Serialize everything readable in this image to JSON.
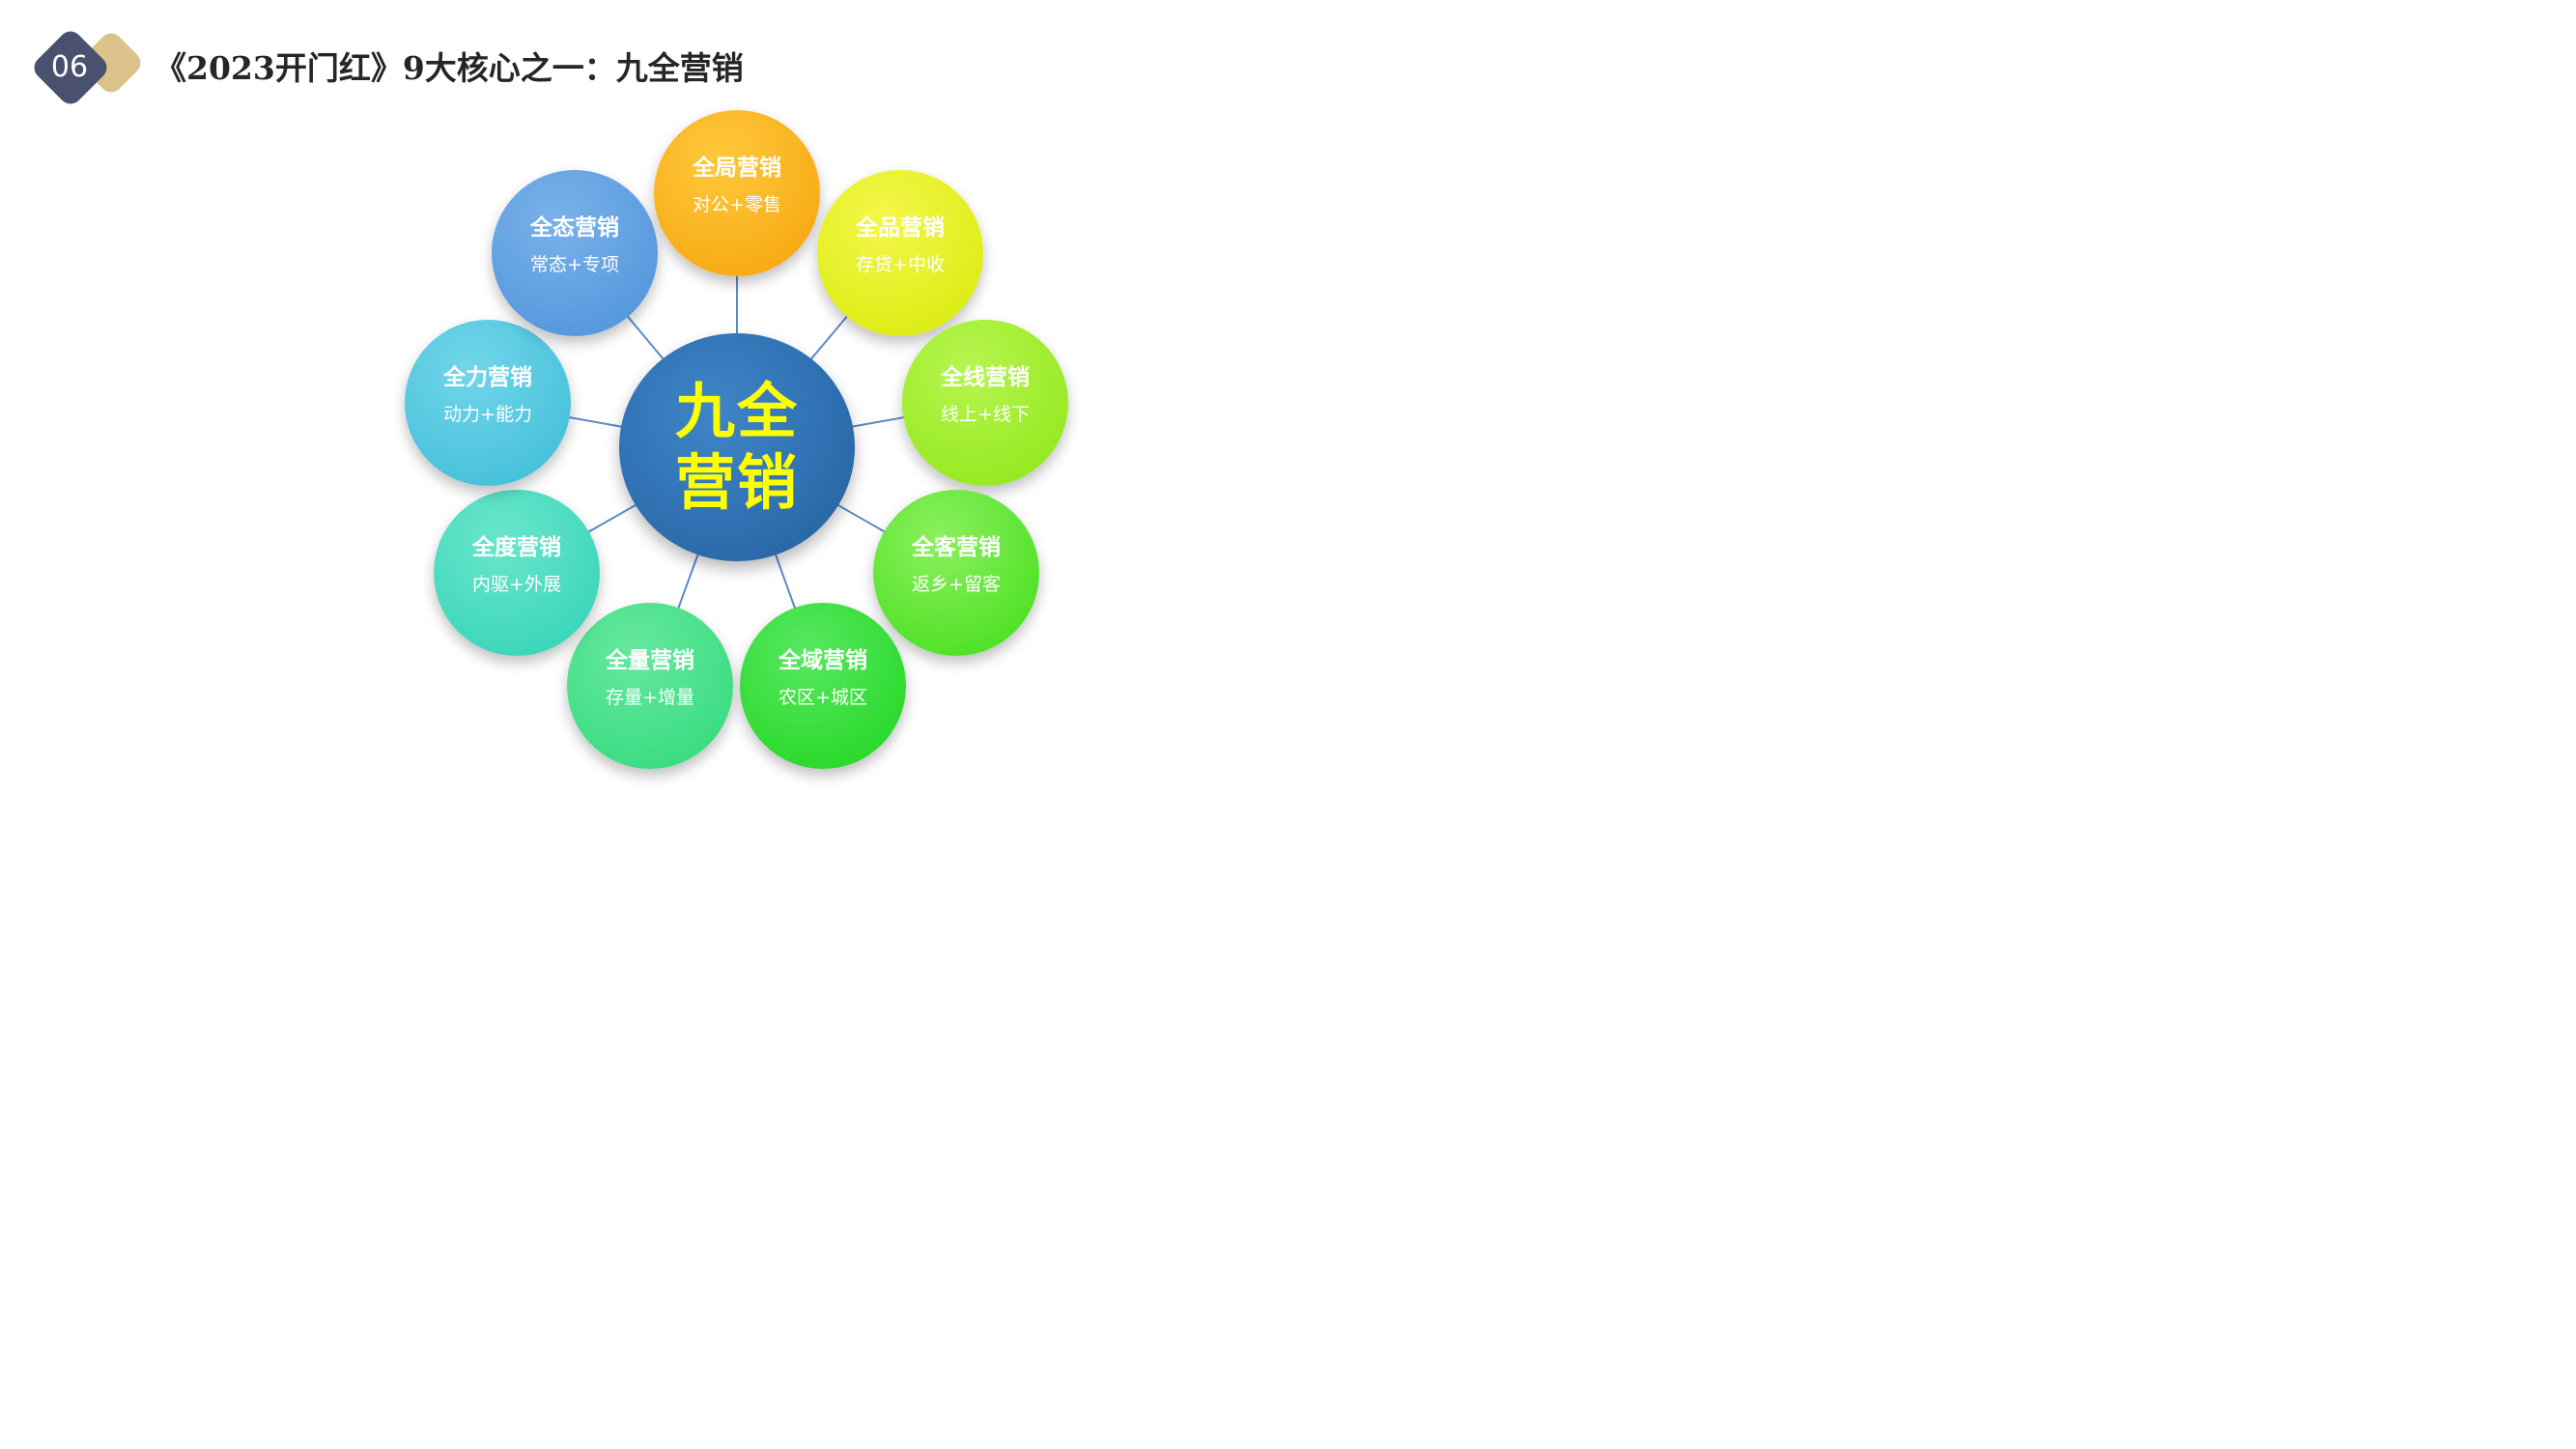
{
  "badge": {
    "number": "06"
  },
  "title": "《2023开门红》9大核心之一：九全营销",
  "center": {
    "line1": "九全",
    "line2": "营销"
  },
  "colors": {
    "center_text": "#ffff00",
    "center_fill": "#2e6fb0",
    "connector": "#5b8ac6",
    "badge_navy": "#4a5170",
    "badge_gold": "#dcc28a"
  },
  "nodes": [
    {
      "title": "全局营销",
      "subtitle": "对公+零售",
      "color_top": "#ffc93c",
      "color_bottom": "#f5a20a"
    },
    {
      "title": "全品营销",
      "subtitle": "存贷+中收",
      "color_top": "#f4f74a",
      "color_bottom": "#d6ea06"
    },
    {
      "title": "全线营销",
      "subtitle": "线上+线下",
      "color_top": "#b7f550",
      "color_bottom": "#8de615"
    },
    {
      "title": "全客营销",
      "subtitle": "返乡+留客",
      "color_top": "#8cf05e",
      "color_bottom": "#3fdd18"
    },
    {
      "title": "全域营销",
      "subtitle": "农区+城区",
      "color_top": "#57e861",
      "color_bottom": "#1fd51c"
    },
    {
      "title": "全量营销",
      "subtitle": "存量+增量",
      "color_top": "#66e89f",
      "color_bottom": "#2fd979"
    },
    {
      "title": "全度营销",
      "subtitle": "内驱+外展",
      "color_top": "#6ae6cc",
      "color_bottom": "#2fd2b5"
    },
    {
      "title": "全力营销",
      "subtitle": "动力+能力",
      "color_top": "#72d6ea",
      "color_bottom": "#3bbbd6"
    },
    {
      "title": "全态营销",
      "subtitle": "常态+专项",
      "color_top": "#7ab2ea",
      "color_bottom": "#4c91d9"
    }
  ]
}
